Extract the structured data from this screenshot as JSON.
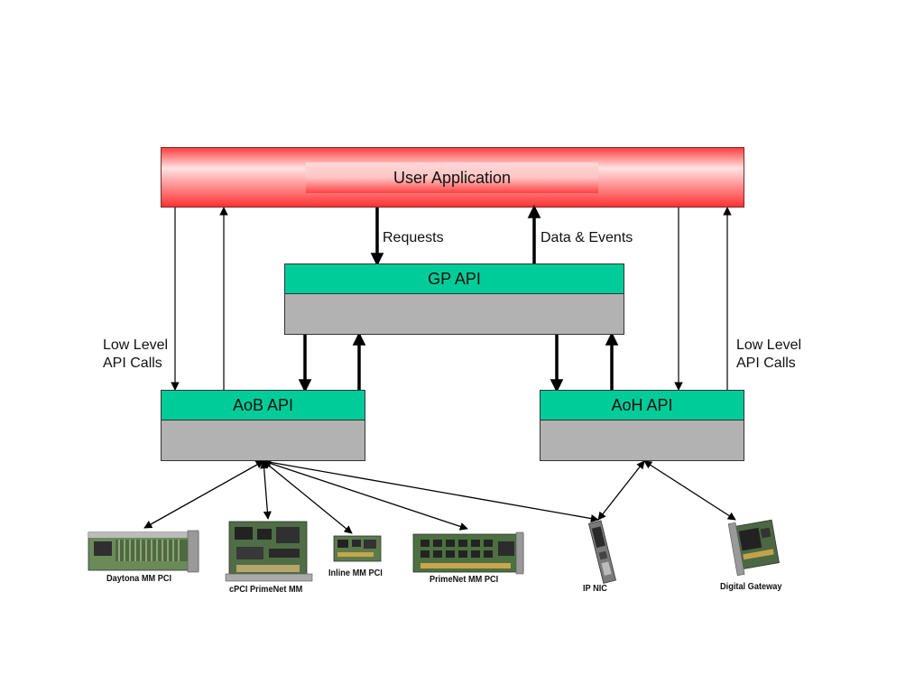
{
  "colors": {
    "user_app_top": "#ff3a3a",
    "user_app_mid": "#ffe2e2",
    "user_app_bottom": "#ff2e2e",
    "api_header": "#00cc99",
    "api_body": "#b2b2b2",
    "arrow": "#000000"
  },
  "user_application": {
    "label": "User Application"
  },
  "flows": {
    "requests": "Requests",
    "data_events": "Data & Events",
    "low_level_left": "Low Level\nAPI Calls",
    "low_level_right": "Low Level\nAPI Calls"
  },
  "apis": {
    "gp": "GP API",
    "aob": "AoB API",
    "aoh": "AoH API"
  },
  "boards": [
    {
      "name": "daytona",
      "label": "Daytona MM  PCI"
    },
    {
      "name": "cpci-primenet",
      "label": "cPCI PrimeNet MM"
    },
    {
      "name": "inline-mm",
      "label": "Inline MM PCI"
    },
    {
      "name": "primenet-mm",
      "label": "PrimeNet MM PCI"
    },
    {
      "name": "ip-nic",
      "label": "IP NIC"
    },
    {
      "name": "digital-gateway",
      "label": "Digital Gateway"
    }
  ]
}
